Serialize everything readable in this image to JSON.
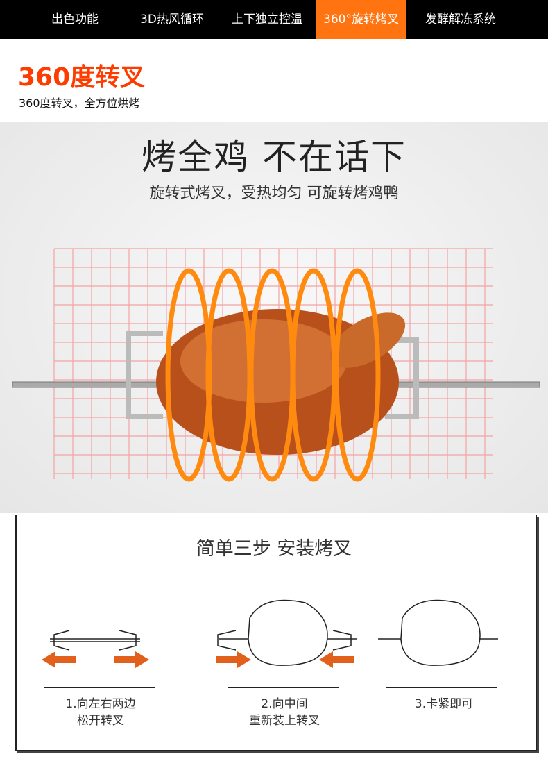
{
  "nav": {
    "tabs": [
      {
        "label": "出色功能"
      },
      {
        "label": "3D热风循环"
      },
      {
        "label": "上下独立控温"
      },
      {
        "label": "360°旋转烤叉",
        "active": true
      },
      {
        "label": "发酵解冻系统"
      }
    ]
  },
  "section": {
    "title": "360度转叉",
    "subtitle": "360度转叉，全方位烘烤"
  },
  "hero": {
    "headline": "烤全鸡 不在话下",
    "subheadline": "旋转式烤叉，受热均匀 可旋转烤鸡鸭"
  },
  "steps": {
    "title": "简单三步  安装烤叉",
    "items": [
      {
        "line1": "1.向左右两边",
        "line2": "松开转叉"
      },
      {
        "line1": "2.向中间",
        "line2": "重新装上转叉"
      },
      {
        "line1": "3.卡紧即可",
        "line2": ""
      }
    ]
  },
  "colors": {
    "accent": "#ff7410",
    "title": "#ff3c00",
    "arrow": "#e0601c"
  }
}
